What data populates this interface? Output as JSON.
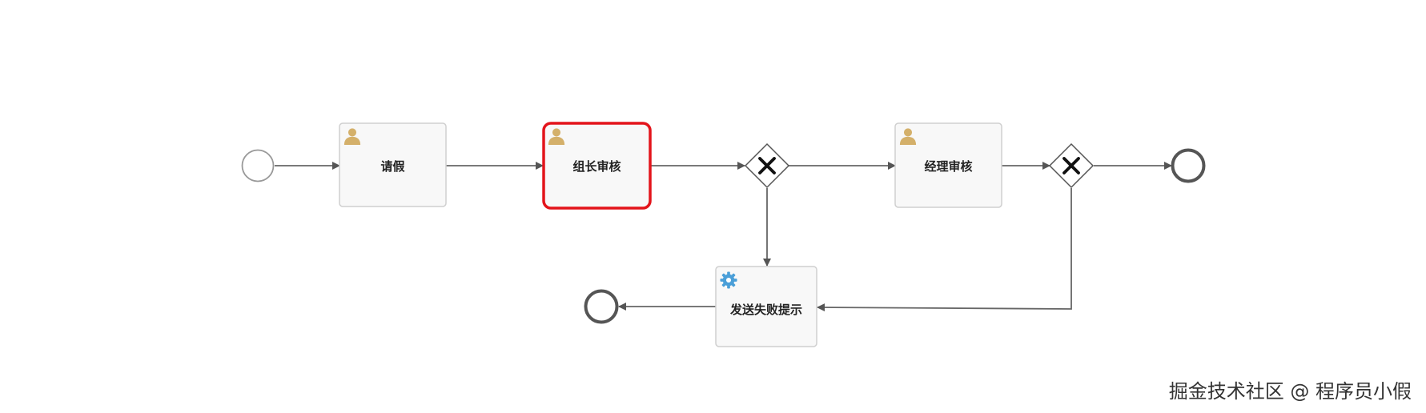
{
  "tasks": {
    "request_leave": {
      "label": "请假",
      "icon": "user-icon"
    },
    "leader_review": {
      "label": "组长审核",
      "icon": "user-icon",
      "state": "active"
    },
    "manager_review": {
      "label": "经理审核",
      "icon": "user-icon"
    },
    "send_failure_notice": {
      "label": "发送失败提示",
      "icon": "gear-icon"
    }
  },
  "colors": {
    "active_border": "#e3141b",
    "user_icon": "#d4b06a",
    "service_icon": "#4b9fd8",
    "flow": "#666666"
  },
  "watermark": {
    "text": "掘金技术社区 @ 程序员小假"
  }
}
